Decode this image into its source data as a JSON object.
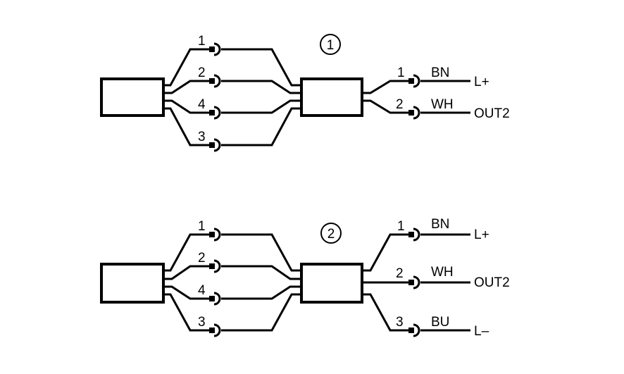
{
  "diagrams": [
    {
      "badge": "1",
      "splitter_pins": [
        "1",
        "2",
        "4",
        "3"
      ],
      "outputs": [
        {
          "pin": "1",
          "color": "BN",
          "signal": "L+"
        },
        {
          "pin": "2",
          "color": "WH",
          "signal": "OUT2"
        }
      ]
    },
    {
      "badge": "2",
      "splitter_pins": [
        "1",
        "2",
        "4",
        "3"
      ],
      "outputs": [
        {
          "pin": "1",
          "color": "BN",
          "signal": "L+"
        },
        {
          "pin": "2",
          "color": "WH",
          "signal": "OUT2"
        },
        {
          "pin": "3",
          "color": "BU",
          "signal": "L–"
        }
      ]
    }
  ]
}
